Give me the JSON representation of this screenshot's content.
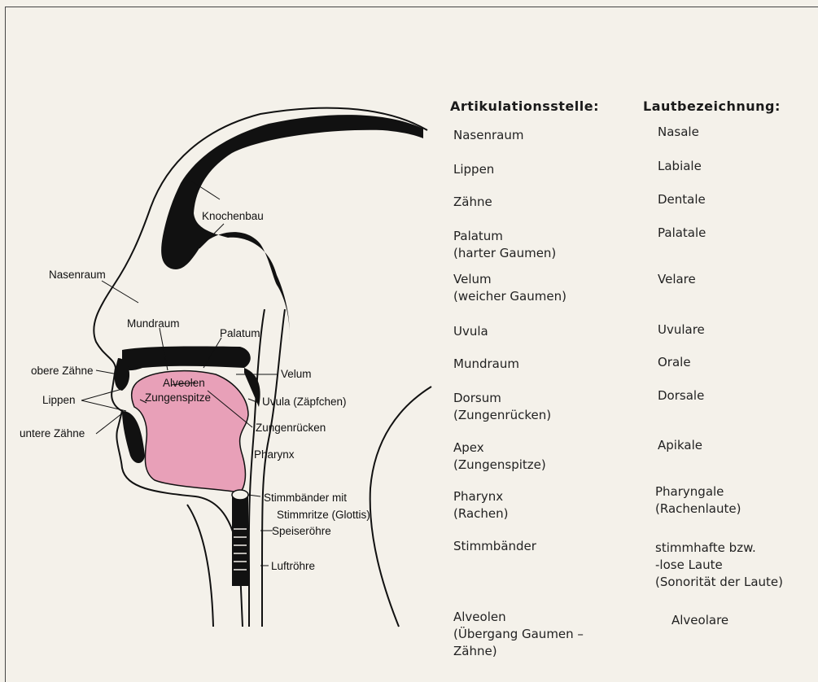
{
  "diagram": {
    "labels": {
      "knochenbau": "Knochenbau",
      "nasenraum": "Nasenraum",
      "mundraum": "Mundraum",
      "palatum": "Palatum",
      "obere_zaehne": "obere Zähne",
      "velum": "Velum",
      "alveolen": "Alveolen",
      "zungenspitze": "Zungenspitze",
      "lippen": "Lippen",
      "uvula": "Uvula (Zäpfchen)",
      "zungenruecken": "Zungenrücken",
      "untere_zaehne": "untere Zähne",
      "pharynx": "Pharynx",
      "stimmbaender_1": "Stimmbänder mit",
      "stimmbaender_2": "Stimmritze (Glottis)",
      "speiseroehre": "Speiseröhre",
      "luftroehre": "Luftröhre"
    },
    "colors": {
      "tongue": "#e8a0b8",
      "anatomy": "#111111",
      "paper": "#f4f1ea"
    }
  },
  "table": {
    "header_left": "Artikulationsstelle:",
    "header_right": "Lautbezeichnung:",
    "rows": [
      {
        "stelle": "Nasenraum",
        "laut": "Nasale"
      },
      {
        "stelle": "Lippen",
        "laut": "Labiale"
      },
      {
        "stelle": "Zähne",
        "laut": "Dentale"
      },
      {
        "stelle": "Palatum\n(harter Gaumen)",
        "laut": "Palatale"
      },
      {
        "stelle": "Velum\n(weicher Gaumen)",
        "laut": "Velare"
      },
      {
        "stelle": "Uvula",
        "laut": "Uvulare"
      },
      {
        "stelle": "Mundraum",
        "laut": "Orale"
      },
      {
        "stelle": "Dorsum\n(Zungenrücken)",
        "laut": "Dorsale"
      },
      {
        "stelle": "Apex\n(Zungenspitze)",
        "laut": "Apikale"
      },
      {
        "stelle": "Pharynx\n(Rachen)",
        "laut": "Pharyngale\n(Rachenlaute)"
      },
      {
        "stelle": "Stimmbänder",
        "laut": "stimmhafte bzw.\n-lose Laute\n(Sonorität der Laute)"
      },
      {
        "stelle": "Alveolen\n(Übergang Gaumen –\n Zähne)",
        "laut": "Alveolare"
      }
    ]
  }
}
